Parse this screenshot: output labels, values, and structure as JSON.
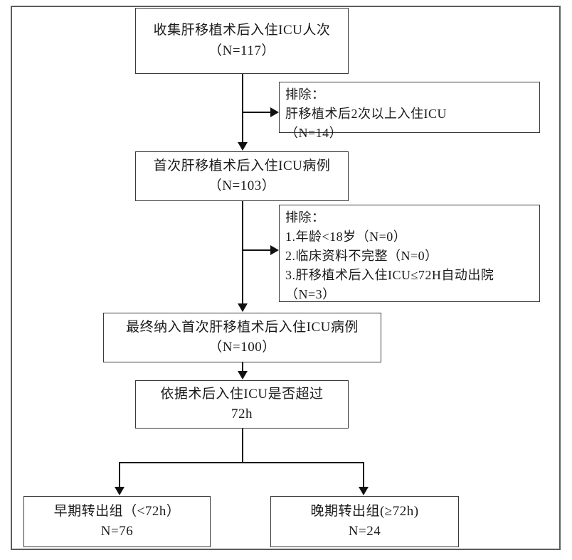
{
  "diagram": {
    "title": "Liver transplant ICU admission patient flow chart",
    "nodes": {
      "collect": {
        "line1": "收集肝移植术后入住ICU人次",
        "line2": "（N=117）"
      },
      "exclusion_1": {
        "line1": "排除：",
        "line2": "肝移植术后2次以上入住ICU",
        "line3": "（N=14）"
      },
      "first_admission": {
        "line1": "首次肝移植术后入住ICU病例",
        "line2": "（N=103）"
      },
      "exclusion_2": {
        "line1": "排除：",
        "line2": "1.年龄<18岁（N=0）",
        "line3": "2.临床资料不完整（N=0）",
        "line4": "3.肝移植术后入住ICU≤72H自动出院（N=3）"
      },
      "final_included": {
        "line1": "最终纳入首次肝移植术后入住ICU病例",
        "line2": "（N=100）"
      },
      "decision": {
        "line1": "依据术后入住ICU是否超过",
        "line2": "72h"
      },
      "early_group": {
        "line1": "早期转出组（<72h）",
        "line2": "N=76"
      },
      "late_group": {
        "line1": "晚期转出组(≥72h)",
        "line2": "N=24"
      }
    }
  }
}
